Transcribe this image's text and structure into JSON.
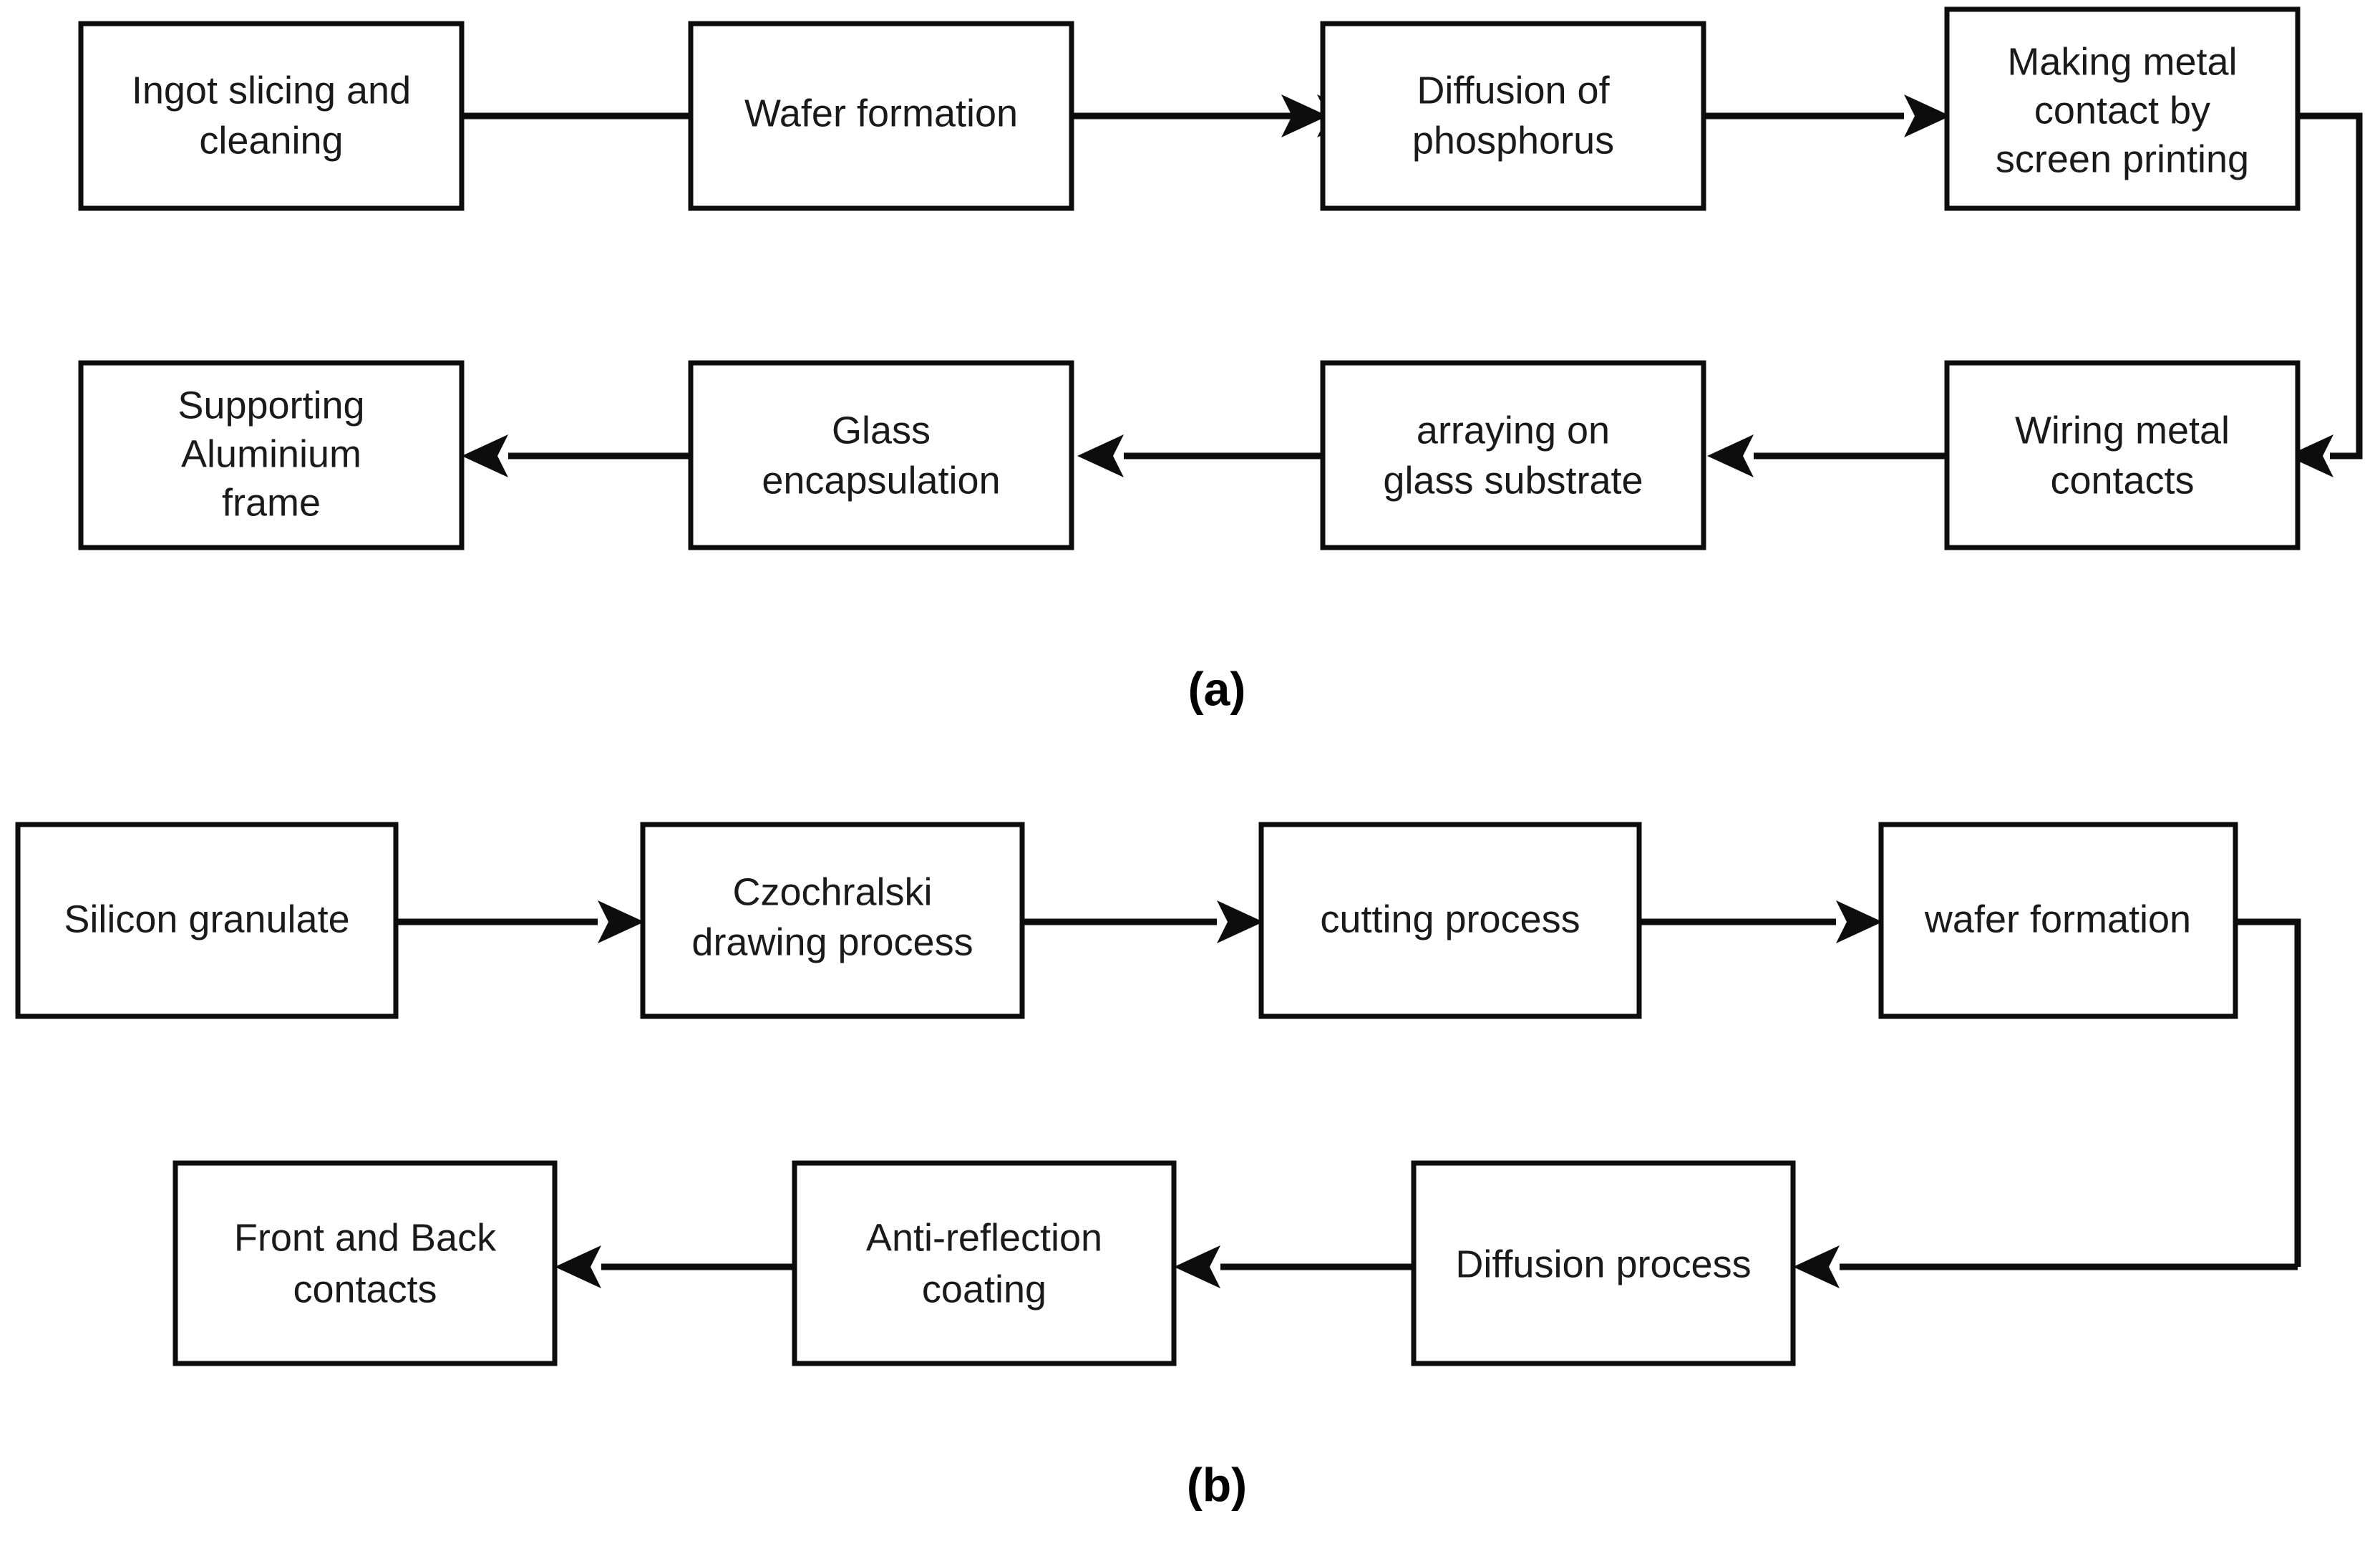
{
  "figure": {
    "background_color": "#ffffff",
    "box_stroke_color": "#0d0d0d",
    "text_color": "#1a1a1a",
    "arrow_color": "#0d0d0d"
  },
  "panels": [
    {
      "id": "panel-a",
      "label": "(a)",
      "nodes": [
        {
          "id": "a1",
          "lines": [
            "Ingot slicing and",
            "cleaning"
          ]
        },
        {
          "id": "a2",
          "lines": [
            "Wafer formation"
          ]
        },
        {
          "id": "a3",
          "lines": [
            "Diffusion of",
            "phosphorus"
          ]
        },
        {
          "id": "a4",
          "lines": [
            "Making metal",
            "contact by",
            "screen printing"
          ]
        },
        {
          "id": "a5",
          "lines": [
            "Wiring metal",
            "contacts"
          ]
        },
        {
          "id": "a6",
          "lines": [
            "arraying on",
            "glass substrate"
          ]
        },
        {
          "id": "a7",
          "lines": [
            "Glass",
            "encapsulation"
          ]
        },
        {
          "id": "a8",
          "lines": [
            "Supporting",
            "Aluminium",
            "frame"
          ]
        }
      ],
      "edges": [
        {
          "from": "a1",
          "to": "a2",
          "direction": "right"
        },
        {
          "from": "a2",
          "to": "a3",
          "direction": "right"
        },
        {
          "from": "a3",
          "to": "a4",
          "direction": "right"
        },
        {
          "from": "a4",
          "to": "a5",
          "direction": "wrap-down-left"
        },
        {
          "from": "a5",
          "to": "a6",
          "direction": "left"
        },
        {
          "from": "a6",
          "to": "a7",
          "direction": "left"
        },
        {
          "from": "a7",
          "to": "a8",
          "direction": "left"
        }
      ]
    },
    {
      "id": "panel-b",
      "label": "(b)",
      "nodes": [
        {
          "id": "b1",
          "lines": [
            "Silicon granulate"
          ]
        },
        {
          "id": "b2",
          "lines": [
            "Czochralski",
            "drawing process"
          ]
        },
        {
          "id": "b3",
          "lines": [
            "cutting process"
          ]
        },
        {
          "id": "b4",
          "lines": [
            "wafer formation"
          ]
        },
        {
          "id": "b5",
          "lines": [
            "Diffusion process"
          ]
        },
        {
          "id": "b6",
          "lines": [
            "Anti-reflection",
            "coating"
          ]
        },
        {
          "id": "b7",
          "lines": [
            "Front and Back",
            "contacts"
          ]
        }
      ],
      "edges": [
        {
          "from": "b1",
          "to": "b2",
          "direction": "right"
        },
        {
          "from": "b2",
          "to": "b3",
          "direction": "right"
        },
        {
          "from": "b3",
          "to": "b4",
          "direction": "right"
        },
        {
          "from": "b4",
          "to": "b5",
          "direction": "wrap-down-left"
        },
        {
          "from": "b5",
          "to": "b6",
          "direction": "left"
        },
        {
          "from": "b6",
          "to": "b7",
          "direction": "left"
        }
      ]
    }
  ]
}
